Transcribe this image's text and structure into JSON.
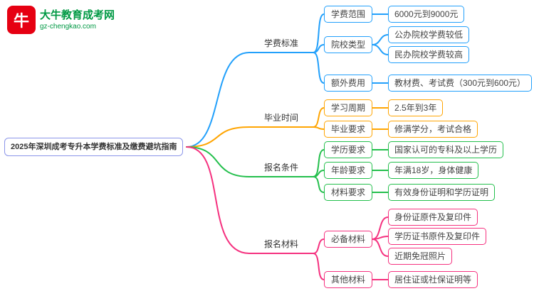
{
  "logo": {
    "badge_text": "牛",
    "badge_color": "#E60012",
    "brand": "大牛教育成考网",
    "domain": "gz-chengkao.com",
    "brand_color": "#009944"
  },
  "root": {
    "label": "2025年深圳成考专升本学费标准及缴费避坑指南",
    "color": "#8B95E9"
  },
  "branches": [
    {
      "label": "学费标准",
      "color": "#22A0FB",
      "children": [
        {
          "label": "学费范围",
          "leaves": [
            "6000元到9000元"
          ]
        },
        {
          "label": "院校类型",
          "leaves": [
            "公办院校学费较低",
            "民办院校学费较高"
          ]
        },
        {
          "label": "额外费用",
          "leaves": [
            "教材费、考试费（300元到600元）"
          ]
        }
      ]
    },
    {
      "label": "毕业时间",
      "color": "#FFA502",
      "children": [
        {
          "label": "学习周期",
          "leaves": [
            "2.5年到3年"
          ]
        },
        {
          "label": "毕业要求",
          "leaves": [
            "修满学分，考试合格"
          ]
        }
      ]
    },
    {
      "label": "报名条件",
      "color": "#23BF4C",
      "children": [
        {
          "label": "学历要求",
          "leaves": [
            "国家认可的专科及以上学历"
          ]
        },
        {
          "label": "年龄要求",
          "leaves": [
            "年满18岁，身体健康"
          ]
        },
        {
          "label": "材料要求",
          "leaves": [
            "有效身份证明和学历证明"
          ]
        }
      ]
    },
    {
      "label": "报名材料",
      "color": "#F5317F",
      "children": [
        {
          "label": "必备材料",
          "leaves": [
            "身份证原件及复印件",
            "学历证书原件及复印件",
            "近期免冠照片"
          ]
        },
        {
          "label": "其他材料",
          "leaves": [
            "居住证或社保证明等"
          ]
        }
      ]
    }
  ]
}
